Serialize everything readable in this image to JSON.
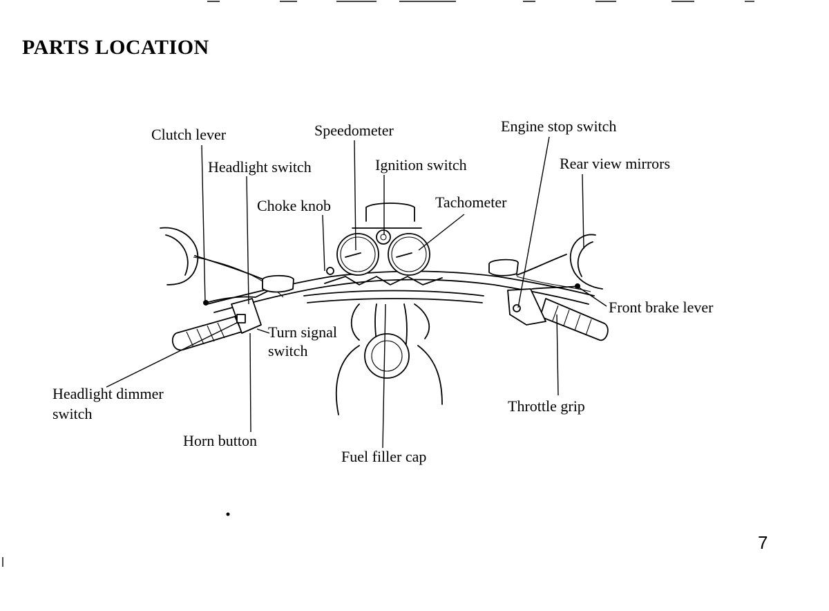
{
  "page": {
    "title": "PARTS LOCATION",
    "number": "7"
  },
  "labels": {
    "clutch_lever": "Clutch lever",
    "speedometer": "Speedometer",
    "engine_stop_switch": "Engine stop switch",
    "headlight_switch": "Headlight switch",
    "ignition_switch": "Ignition switch",
    "rear_view_mirrors": "Rear view mirrors",
    "choke_knob": "Choke knob",
    "tachometer": "Tachometer",
    "front_brake_lever": "Front brake lever",
    "turn_signal_switch_line1": "Turn signal",
    "turn_signal_switch_line2": "switch",
    "headlight_dimmer_switch_line1": "Headlight dimmer",
    "headlight_dimmer_switch_line2": "switch",
    "throttle_grip": "Throttle grip",
    "horn_button": "Horn button",
    "fuel_filler_cap": "Fuel filler cap"
  }
}
